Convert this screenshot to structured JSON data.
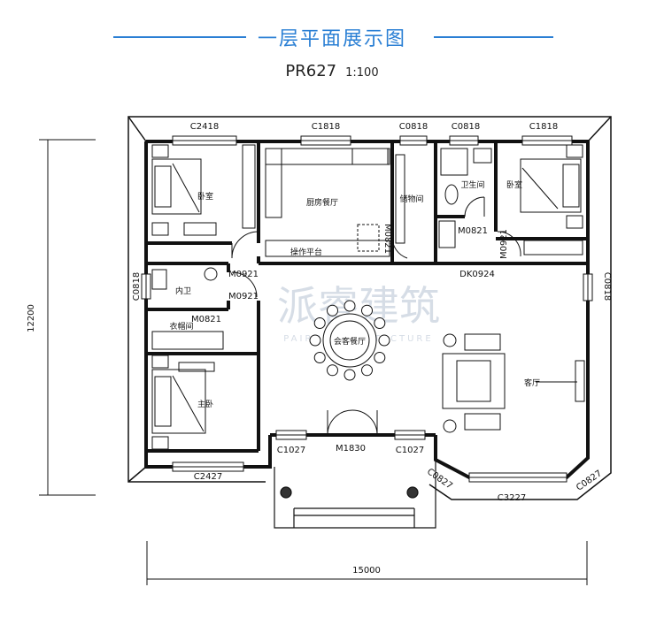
{
  "header": {
    "title": "一层平面展示图",
    "plan_code": "PR627",
    "scale": "1:100"
  },
  "dimensions": {
    "total_width": "15000",
    "total_depth": "12200"
  },
  "rooms": {
    "bedroom_nw": "卧室",
    "kitchen_dining": "厨房餐厅",
    "storage": "储物间",
    "bathroom": "卫生间",
    "bedroom_ne": "卧室",
    "ensuite": "内卫",
    "operating_platform": "操作平台",
    "closet": "衣帽间",
    "guest_dining": "会客餐厅",
    "master_bedroom": "主卧",
    "living_room": "客厅"
  },
  "window_labels": {
    "c2418": "C2418",
    "c1818_top": "C1818",
    "c0818_top1": "C0818",
    "c0818_top2": "C0818",
    "c1818_right": "C1818",
    "c0818_left": "C0818",
    "c0818_right": "C0818",
    "c2427": "C2427",
    "c1027_left": "C1027",
    "c1027_right": "C1027",
    "c0827_left": "C0827",
    "c0827_right": "C0827",
    "c3227": "C3227"
  },
  "door_labels": {
    "m0921_a": "M0921",
    "m0921_b": "M0921",
    "m0821_closet": "M0821",
    "m0821_storage": "M0821",
    "m0821_bath": "M0821",
    "m0921_bed": "M0921",
    "dk0924": "DK0924",
    "m1830": "M1830"
  },
  "watermark": {
    "cn": "派睿建筑",
    "en": "PAIRUI ARCHITECTURE"
  },
  "colors": {
    "accent": "#2a7fd4",
    "wall": "#111111",
    "watermark": "#d6dde6"
  }
}
